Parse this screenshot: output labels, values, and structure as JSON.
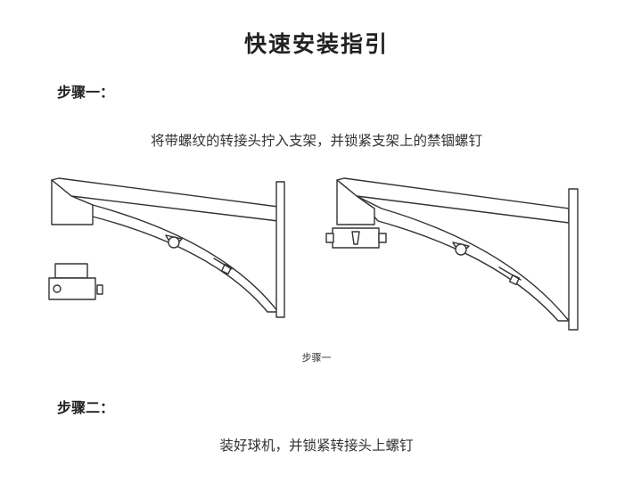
{
  "title": "快速安装指引",
  "step1": {
    "heading": "步骤一：",
    "description": "将带螺纹的转接头拧入支架，并锁紧支架上的禁锢螺钉",
    "caption": "步骤一"
  },
  "step2": {
    "heading": "步骤二：",
    "description": "装好球机，并锁紧转接头上螺钉"
  },
  "icons": [
    "wall-bracket-with-separate-adapter-icon",
    "wall-bracket-with-mounted-adapter-icon"
  ],
  "colors": {
    "text": "#222222",
    "line": "#333333",
    "background": "#ffffff"
  }
}
